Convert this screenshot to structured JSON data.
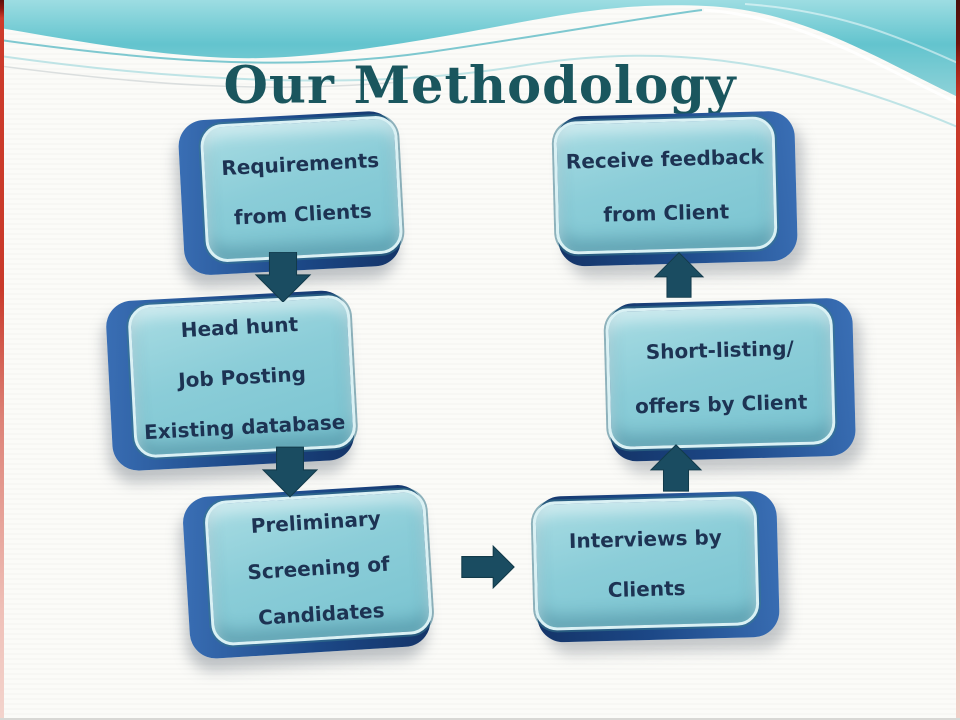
{
  "slide": {
    "title": "Our Methodology"
  },
  "flow": {
    "boxes": [
      {
        "id": "requirements",
        "lines": [
          "Requirements",
          "from Clients"
        ]
      },
      {
        "id": "sourcing",
        "lines": [
          "Head hunt",
          "Job Posting",
          "Existing database"
        ]
      },
      {
        "id": "screening",
        "lines": [
          "Preliminary",
          "Screening of",
          "Candidates"
        ]
      },
      {
        "id": "interviews",
        "lines": [
          "Interviews by",
          "Clients"
        ]
      },
      {
        "id": "shortlisting",
        "lines": [
          "Short-listing/",
          "offers by Client"
        ]
      },
      {
        "id": "feedback",
        "lines": [
          "Receive feedback",
          "from Client"
        ]
      }
    ],
    "arrows": [
      {
        "from": "requirements",
        "to": "sourcing",
        "direction": "down"
      },
      {
        "from": "sourcing",
        "to": "screening",
        "direction": "down"
      },
      {
        "from": "screening",
        "to": "interviews",
        "direction": "right"
      },
      {
        "from": "interviews",
        "to": "shortlisting",
        "direction": "up"
      },
      {
        "from": "shortlisting",
        "to": "feedback",
        "direction": "up"
      }
    ]
  },
  "colors": {
    "title_text": "#1a565e",
    "box_fill": "#8bcdd8",
    "box_highlight_border": "#daf1f4",
    "box_extrude_blue": "#1c4887",
    "box_text": "#1d3353",
    "arrow": "#1a4c61",
    "header_band": "#63c4ce",
    "edge_artifact_red": "#c9392a",
    "background": "#fbfbf8"
  }
}
